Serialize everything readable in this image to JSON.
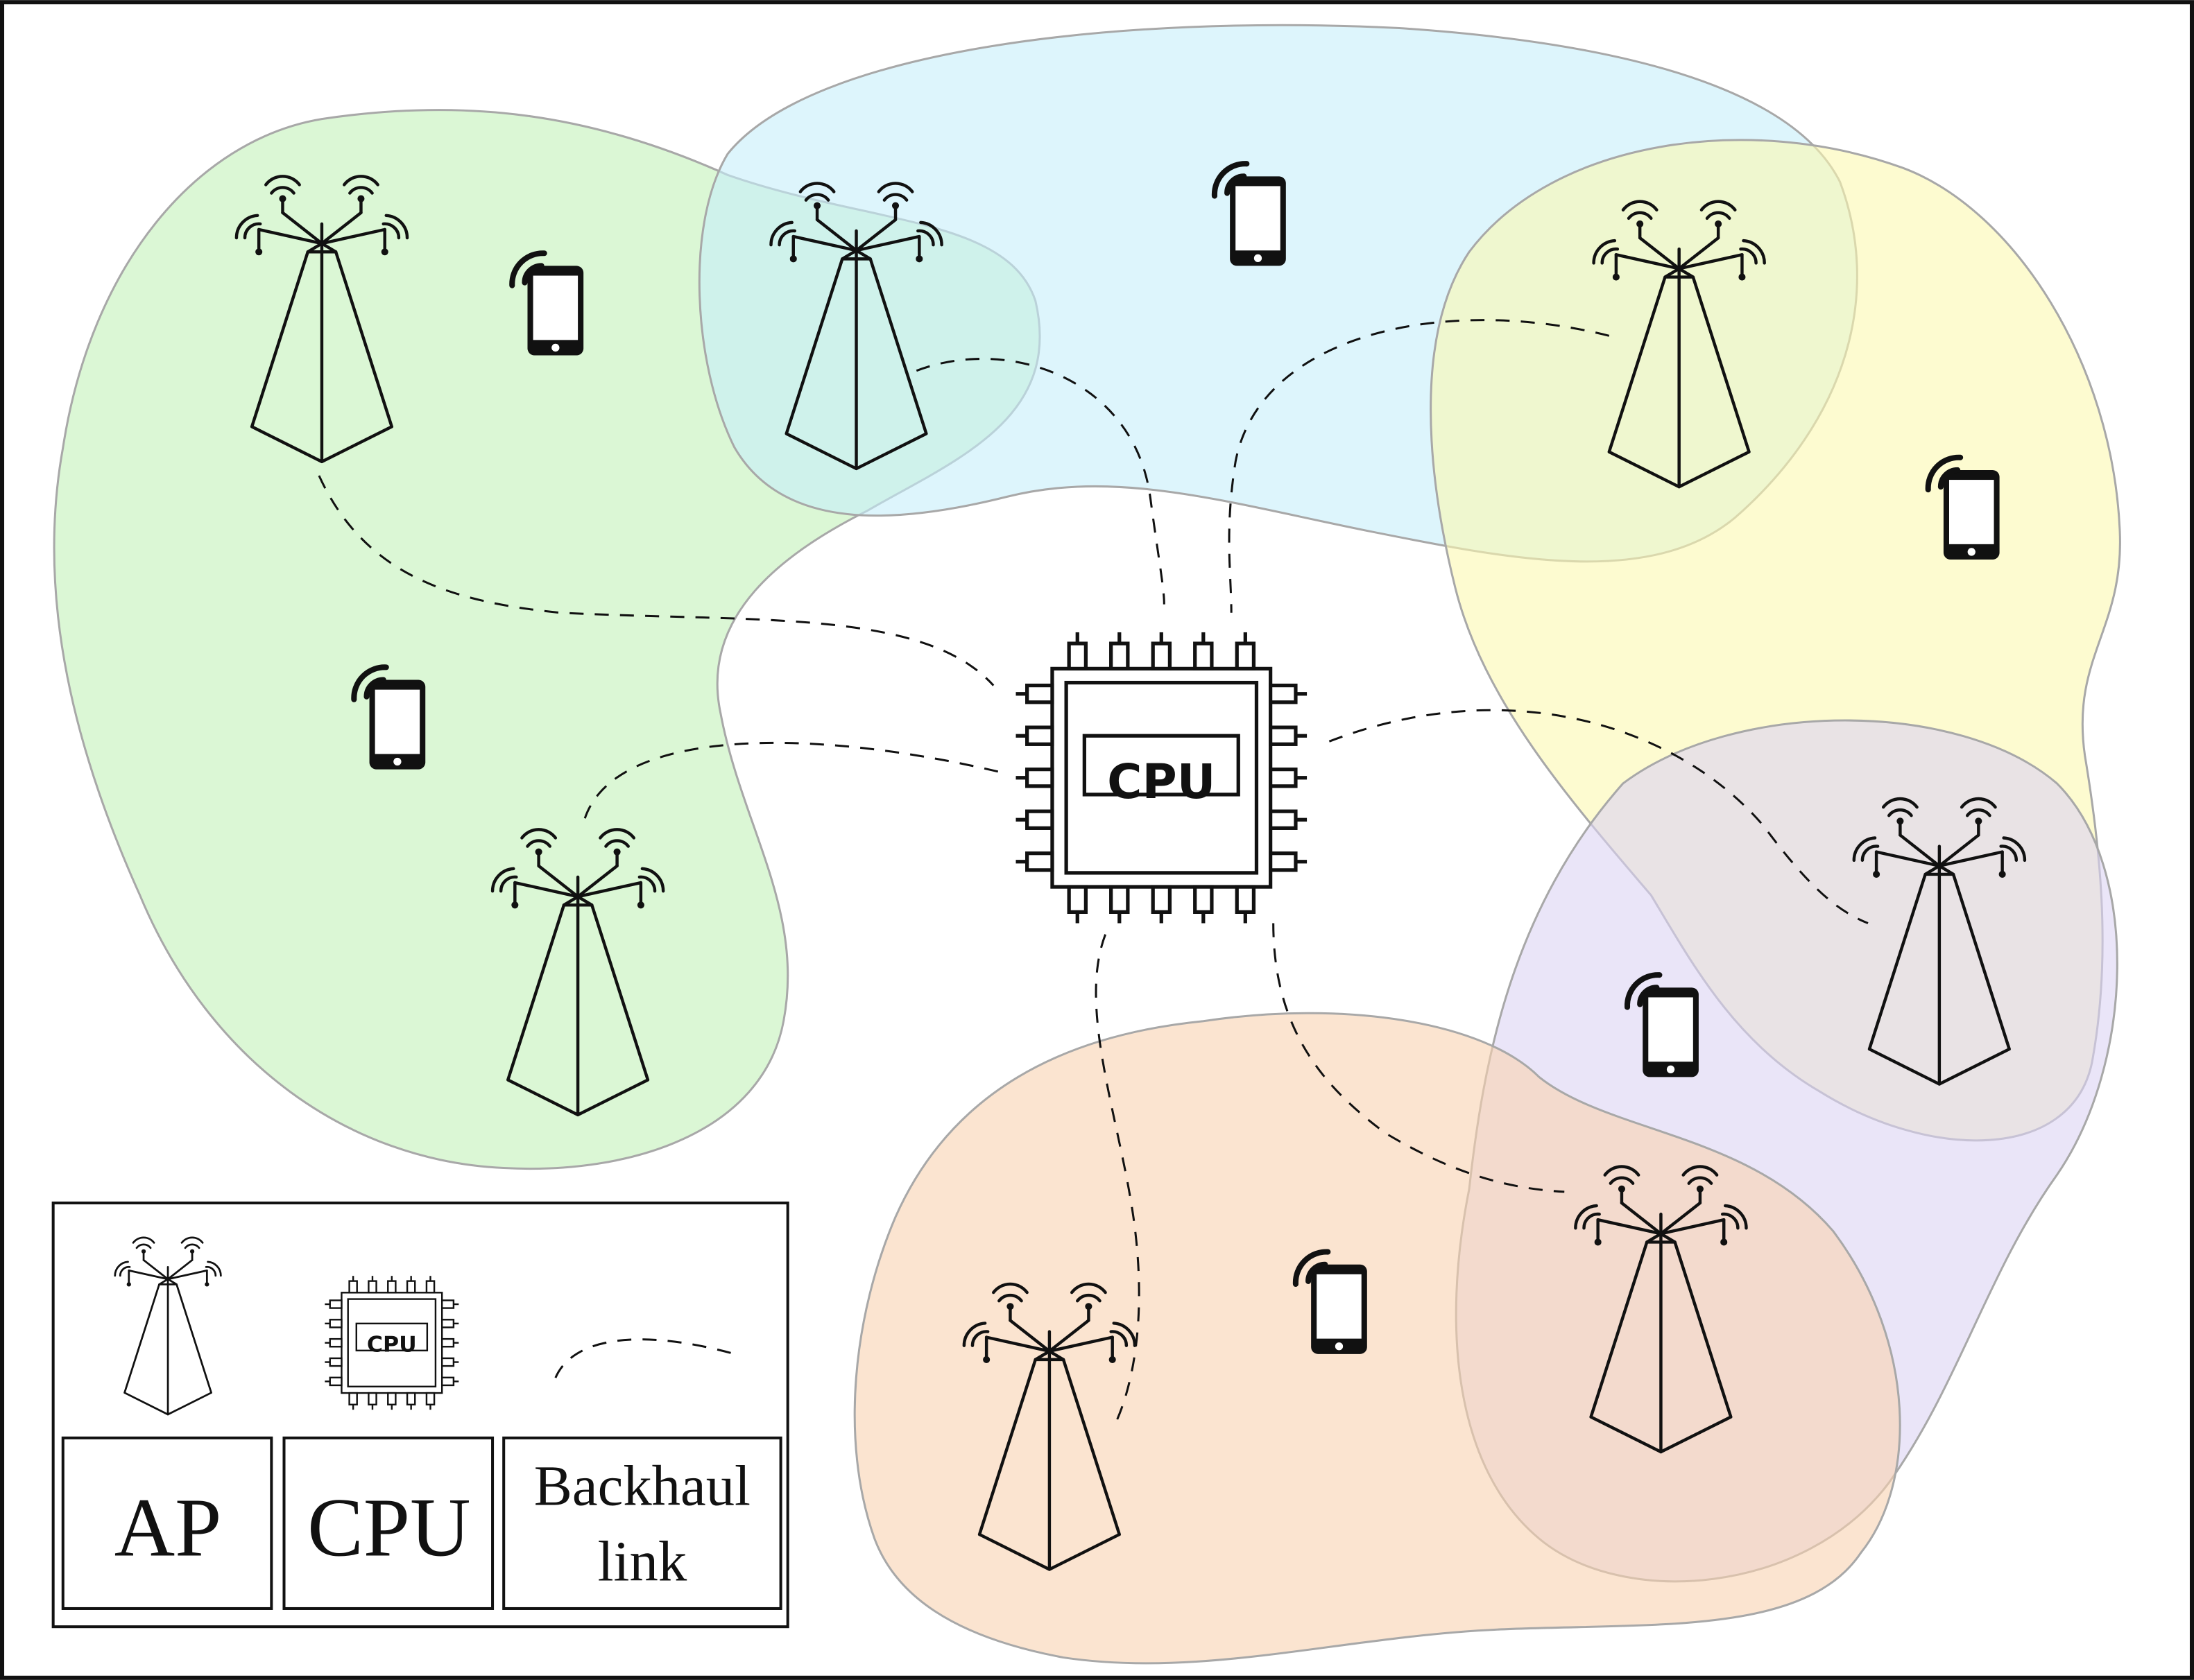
{
  "diagram": {
    "cpu_chip_label": "CPU",
    "icons": {
      "access_point": "cell-tower-icon",
      "cpu": "cpu-chip-icon",
      "user": "smartphone-icon",
      "backhaul": "dashed-curve-icon"
    },
    "cluster_colors": {
      "green": "#d6f5cf",
      "blue": "#d4f3fb",
      "yellow": "#fdfbc5",
      "purple": "#e5def6",
      "orange": "#fbdcc2",
      "outline": "#a8a8a8"
    }
  },
  "legend": {
    "ap_label": "AP",
    "cpu_label": "CPU",
    "backhaul_label_line1": "Backhaul",
    "backhaul_label_line2": "link"
  }
}
